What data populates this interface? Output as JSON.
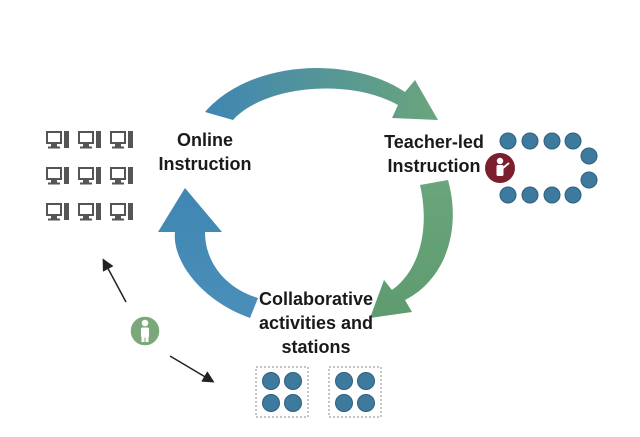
{
  "labels": {
    "online": [
      "Online",
      "Instruction"
    ],
    "teacher": [
      "Teacher-led",
      "Instruction"
    ],
    "collab": [
      "Collaborative",
      "activities and",
      "stations"
    ]
  },
  "colors": {
    "blue": "#4a8db5",
    "green": "#6aa07a",
    "dot": "#3d7a9e",
    "teacher": "#7a1f2b",
    "student": "#7aa87a",
    "computer": "#555555"
  },
  "icons": {
    "computer": "desktop-computer-icon",
    "teacher": "teacher-icon",
    "student": "student-icon",
    "seat": "seat-dot-icon"
  }
}
